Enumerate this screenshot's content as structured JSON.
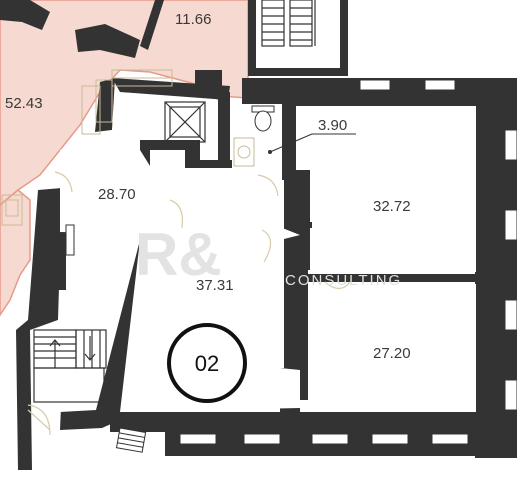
{
  "colors": {
    "wall": "#333333",
    "neighbor_fill": "#f6d9d1",
    "neighbor_line": "#e79a8a",
    "fixture_line": "#c8ba98",
    "door_arc": "#d7cba8",
    "window_fill": "#ffffff"
  },
  "rooms": {
    "neighbor_top": "11.66",
    "neighbor_left": "52.43",
    "bath": "3.90",
    "hall": "28.70",
    "main": "37.31",
    "room_right_top": "32.72",
    "room_right_bottom": "27.20"
  },
  "unit": {
    "number": "02"
  },
  "watermark": {
    "text": "R&",
    "subtext": "CONSULTING"
  },
  "icons": {
    "stairs": "staircase-icon",
    "elevator": "elevator-icon",
    "toilet": "toilet-icon",
    "sink": "sink-icon"
  }
}
